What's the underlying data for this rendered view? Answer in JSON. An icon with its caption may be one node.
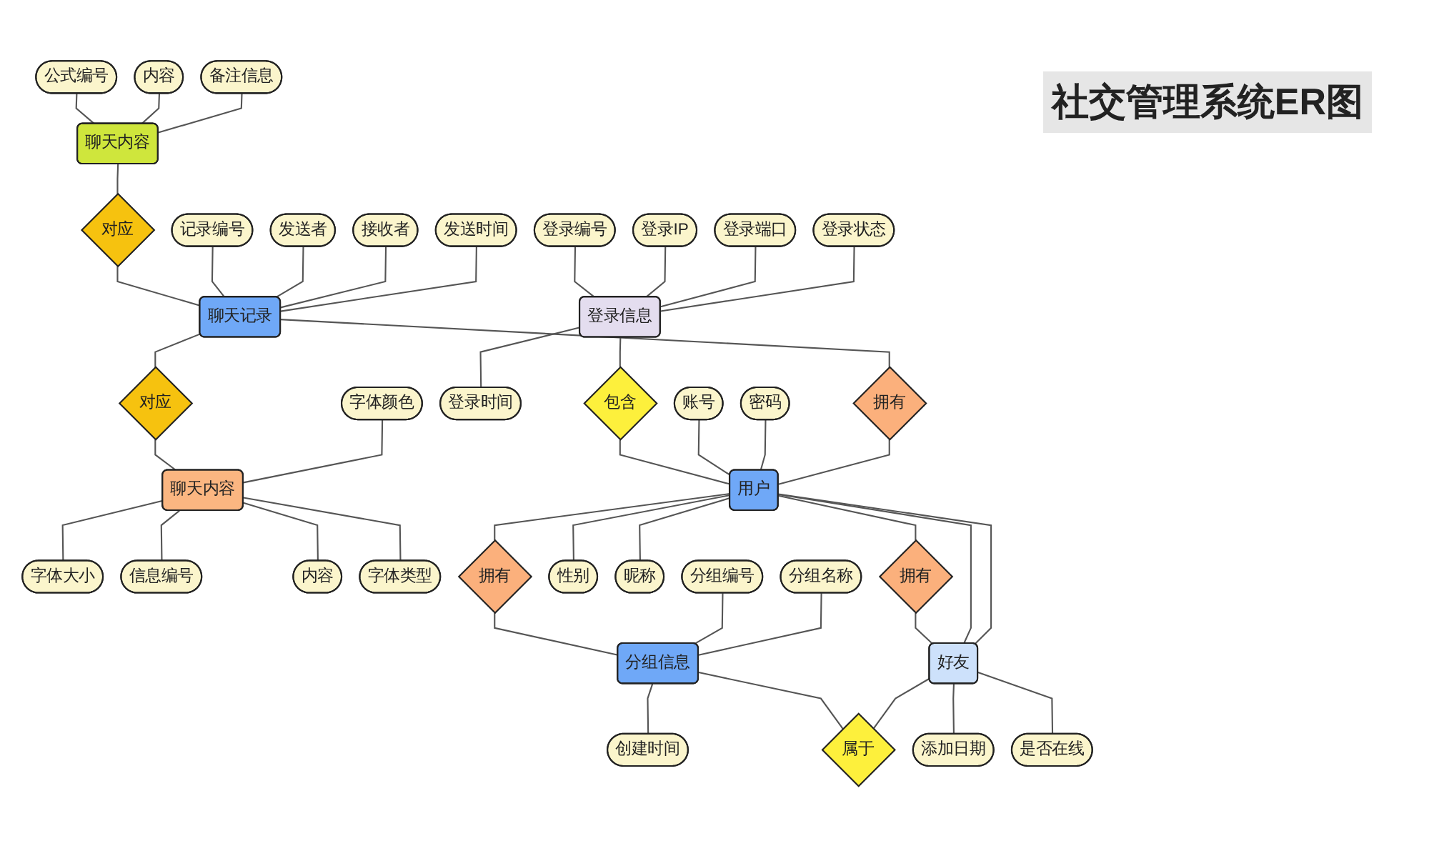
{
  "diagram": {
    "title": "社交管理系统ER图",
    "nodes": [
      {
        "text": [
          "公式编号"
        ]
      },
      {
        "text": [
          "内容"
        ]
      },
      {
        "text": [
          "备注信息"
        ]
      },
      {
        "text": [
          "聊天内容"
        ]
      },
      {
        "text": [
          "对应"
        ]
      },
      {
        "text": [
          "记录编号"
        ]
      },
      {
        "text": [
          "发送者"
        ]
      },
      {
        "text": [
          "接收者"
        ]
      },
      {
        "text": [
          "发送时间"
        ]
      },
      {
        "text": [
          "聊天记录"
        ]
      },
      {
        "text": [
          "对应"
        ]
      },
      {
        "text": [
          "字体颜色"
        ]
      },
      {
        "text": [
          "聊天内容"
        ]
      },
      {
        "text": [
          "字体大小"
        ]
      },
      {
        "text": [
          "信息编号"
        ]
      },
      {
        "text": [
          "内容"
        ]
      },
      {
        "text": [
          "字体类型"
        ]
      },
      {
        "text": [
          "登录编号"
        ]
      },
      {
        "text": [
          "登录IP"
        ]
      },
      {
        "text": [
          "登录端口"
        ]
      },
      {
        "text": [
          "登录状态"
        ]
      },
      {
        "text": [
          "登录信息"
        ]
      },
      {
        "text": [
          "登录时间"
        ]
      },
      {
        "text": [
          "包含"
        ]
      },
      {
        "text": [
          "账号"
        ]
      },
      {
        "text": [
          "密码"
        ]
      },
      {
        "text": [
          "拥有"
        ]
      },
      {
        "text": [
          "用户"
        ]
      },
      {
        "text": [
          "拥有"
        ]
      },
      {
        "text": [
          "性别"
        ]
      },
      {
        "text": [
          "昵称"
        ]
      },
      {
        "text": [
          "拥有"
        ]
      },
      {
        "text": [
          "好友"
        ]
      },
      {
        "text": [
          "添加日期"
        ]
      },
      {
        "text": [
          "是否在线"
        ]
      },
      {
        "text": [
          "分组编号"
        ]
      },
      {
        "text": [
          "分组名称"
        ]
      },
      {
        "text": [
          "分组信息"
        ]
      },
      {
        "text": [
          "创建时间"
        ]
      },
      {
        "text": [
          "属于"
        ]
      }
    ],
    "edges": [
      {
        "from": 0,
        "to": 3,
        "arrow": "none"
      },
      {
        "from": 1,
        "to": 3,
        "arrow": "none"
      },
      {
        "from": 2,
        "to": 3,
        "arrow": "none"
      },
      {
        "from": 3,
        "to": 4,
        "arrow": "none"
      },
      {
        "from": 4,
        "to": 9,
        "arrow": "none"
      },
      {
        "from": 5,
        "to": 9,
        "arrow": "none"
      },
      {
        "from": 6,
        "to": 9,
        "arrow": "none"
      },
      {
        "from": 7,
        "to": 9,
        "arrow": "none"
      },
      {
        "from": 8,
        "to": 9,
        "arrow": "none"
      },
      {
        "from": 9,
        "to": 10,
        "arrow": "none"
      },
      {
        "from": 10,
        "to": 12,
        "arrow": "none"
      },
      {
        "from": 11,
        "to": 12,
        "arrow": "none"
      },
      {
        "from": 12,
        "to": 13,
        "arrow": "none"
      },
      {
        "from": 12,
        "to": 14,
        "arrow": "none"
      },
      {
        "from": 12,
        "to": 15,
        "arrow": "none"
      },
      {
        "from": 12,
        "to": 16,
        "arrow": "none"
      },
      {
        "from": 17,
        "to": 21,
        "arrow": "none"
      },
      {
        "from": 18,
        "to": 21,
        "arrow": "none"
      },
      {
        "from": 19,
        "to": 21,
        "arrow": "none"
      },
      {
        "from": 20,
        "to": 21,
        "arrow": "none"
      },
      {
        "from": 21,
        "to": 22,
        "arrow": "none"
      },
      {
        "from": 21,
        "to": 23,
        "arrow": "none"
      },
      {
        "from": 23,
        "to": 27,
        "arrow": "none"
      },
      {
        "from": 24,
        "to": 27,
        "arrow": "none"
      },
      {
        "from": 25,
        "to": 27,
        "arrow": "none"
      },
      {
        "from": 9,
        "to": 26,
        "arrow": "none"
      },
      {
        "from": 26,
        "to": 27,
        "arrow": "none"
      },
      {
        "from": 27,
        "to": 28,
        "arrow": "none"
      },
      {
        "from": 28,
        "to": 37,
        "arrow": "none"
      },
      {
        "from": 27,
        "to": 29,
        "arrow": "none"
      },
      {
        "from": 27,
        "to": 30,
        "arrow": "none"
      },
      {
        "from": 27,
        "to": 31,
        "arrow": "none"
      },
      {
        "from": 31,
        "to": 32,
        "arrow": "none"
      },
      {
        "from": 27,
        "to": 32,
        "arrow": "none"
      },
      {
        "from": 27,
        "to": 32,
        "arrow": "none"
      },
      {
        "from": 32,
        "to": 33,
        "arrow": "none"
      },
      {
        "from": 32,
        "to": 34,
        "arrow": "none"
      },
      {
        "from": 35,
        "to": 37,
        "arrow": "none"
      },
      {
        "from": 36,
        "to": 37,
        "arrow": "none"
      },
      {
        "from": 37,
        "to": 38,
        "arrow": "none"
      },
      {
        "from": 37,
        "to": 39,
        "arrow": "none"
      },
      {
        "from": 32,
        "to": 39,
        "arrow": "none"
      }
    ]
  }
}
